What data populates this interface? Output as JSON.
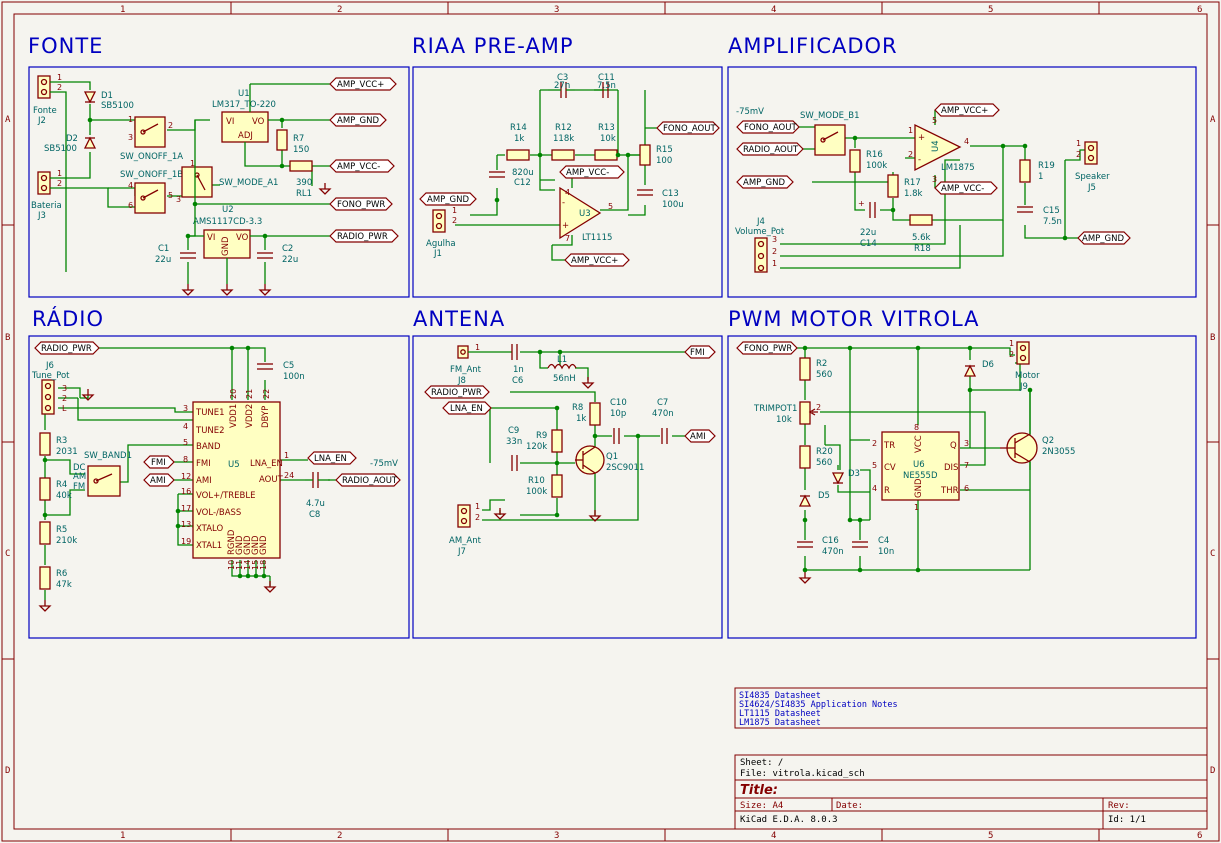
{
  "frame": {
    "columns": [
      "1",
      "2",
      "3",
      "4",
      "5",
      "6"
    ],
    "rows": [
      "A",
      "B",
      "C",
      "D"
    ]
  },
  "sections": {
    "fonte": "FONTE",
    "riaa": "RIAA PRE-AMP",
    "amplificador": "AMPLIFICADOR",
    "radio": "RÁDIO",
    "antena": "ANTENA",
    "pwm": "PWM MOTOR VITROLA"
  },
  "fonte": {
    "j2_name": "Fonte",
    "j2_ref": "J2",
    "j3_name": "Bateria",
    "j3_ref": "J3",
    "d1_ref": "D1",
    "d1_val": "SB5100",
    "d2_ref": "D2",
    "d2_val": "SB5100",
    "sw1a": "SW_ONOFF_1A",
    "sw1b": "SW_ONOFF_1B",
    "swmode": "SW_MODE_A1",
    "u1_ref": "U1",
    "u1_val": "LM317_TO-220",
    "r7_ref": "R7",
    "r7_val": "150",
    "rl1_val": "390",
    "rl1_ref": "RL1",
    "u2_ref": "U2",
    "u2_val": "AMS1117CD-3.3",
    "c1_ref": "C1",
    "c1_val": "22u",
    "c2_ref": "C2",
    "c2_val": "22u",
    "vi": "VI",
    "vo": "VO",
    "adj": "ADJ",
    "gnd": "GND"
  },
  "riaa": {
    "c3_ref": "C3",
    "c3_val": "27n",
    "c11_ref": "C11",
    "c11_val": "7.5n",
    "r14_ref": "R14",
    "r14_val": "1k",
    "r12_ref": "R12",
    "r12_val": "118k",
    "r13_ref": "R13",
    "r13_val": "10k",
    "r15_ref": "R15",
    "r15_val": "100",
    "c12_val": "820u",
    "c12_ref": "C12",
    "c13_ref": "C13",
    "c13_val": "100u",
    "u3_ref": "U3",
    "u3_val": "LT1115",
    "j1_name": "Agulha",
    "j1_ref": "J1"
  },
  "amp": {
    "note": "-75mV",
    "swmode": "SW_MODE_B1",
    "r16_ref": "R16",
    "r16_val": "100k",
    "r17_ref": "R17",
    "r17_val": "1.8k",
    "u4_ref": "U4",
    "u4_val": "LM1875",
    "c14_val": "22u",
    "c14_ref": "C14",
    "r18_val": "5.6k",
    "r18_ref": "R18",
    "r19_ref": "R19",
    "r19_val": "1",
    "c15_ref": "C15",
    "c15_val": "7.5n",
    "j5_name": "Speaker",
    "j5_ref": "J5",
    "j4_ref": "J4",
    "j4_name": "Volume_Pot"
  },
  "radio": {
    "j6_ref": "J6",
    "j6_name": "Tune_Pot",
    "r3_ref": "R3",
    "r3_val": "2031",
    "r4_ref": "R4",
    "r4_val": "40k",
    "r5_ref": "R5",
    "r5_val": "210k",
    "r6_ref": "R6",
    "r6_val": "47k",
    "sw": "SW_BAND1",
    "sw_dc": "DC",
    "sw_am": "AM",
    "sw_fm": "FM",
    "u5_ref": "U5",
    "c5_ref": "C5",
    "c5_val": "100n",
    "c8_val": "4.7u",
    "c8_ref": "C8",
    "note": "-75mV",
    "pins_left": [
      "TUNE1",
      "TUNE2",
      "BAND",
      "FMI",
      "AMI",
      "VOL+/TREBLE",
      "VOL-/BASS",
      "XTALO",
      "XTAL1"
    ],
    "pins_left_num": [
      "3",
      "4",
      "5",
      "8",
      "12",
      "16",
      "17",
      "13",
      "19"
    ],
    "pins_top": [
      "VDD1",
      "VDD2",
      "DBYP"
    ],
    "pins_top_num": [
      "20",
      "21",
      "22"
    ],
    "pin_lna": "LNA_EN",
    "pin_aout": "AOUT",
    "pins_bottom": [
      "RGND",
      "GND",
      "GND",
      "GND",
      "GND"
    ],
    "pins_bottom_num": [
      "10",
      "11",
      "14",
      "15",
      "18"
    ]
  },
  "antena": {
    "j8_name": "FM_Ant",
    "j8_ref": "J8",
    "c6_val": "1n",
    "c6_ref": "C6",
    "l1_ref": "L1",
    "l1_val": "56nH",
    "r8_ref": "R8",
    "r8_val": "1k",
    "c10_ref": "C10",
    "c10_val": "10p",
    "c7_ref": "C7",
    "c7_val": "470n",
    "c9_ref": "C9",
    "c9_val": "33n",
    "r9_ref": "R9",
    "r9_val": "120k",
    "r10_ref": "R10",
    "r10_val": "100k",
    "q1_ref": "Q1",
    "q1_val": "2SC9011",
    "j7_name": "AM_Ant",
    "j7_ref": "J7"
  },
  "pwm": {
    "r2_ref": "R2",
    "r2_val": "560",
    "d6_ref": "D6",
    "j9_name": "Motor",
    "j9_ref": "J9",
    "trim_ref": "TRIMPOT1",
    "trim_val": "10k",
    "r20_ref": "R20",
    "r20_val": "560",
    "d3_ref": "D3",
    "d5_ref": "D5",
    "u6_ref": "U6",
    "u6_val": "NE555D",
    "q2_ref": "Q2",
    "q2_val": "2N3055",
    "c16_ref": "C16",
    "c16_val": "470n",
    "c4_ref": "C4",
    "c4_val": "10n",
    "p_tr": "TR",
    "p_cv": "CV",
    "p_r": "R",
    "p_q": "Q",
    "p_dis": "DIS",
    "p_thr": "THR",
    "p_vcc": "VCC",
    "p_gnd": "GND"
  },
  "nets": {
    "amp_vccp": "AMP_VCC+",
    "amp_gnd": "AMP_GND",
    "amp_vccm": "AMP_VCC-",
    "fono_pwr": "FONO_PWR",
    "radio_pwr": "RADIO_PWR",
    "fono_aout": "FONO_AOUT",
    "radio_aout": "RADIO_AOUT",
    "lna_en": "LNA_EN",
    "fmi": "FMI",
    "ami": "AMI"
  },
  "notes": [
    "SI4835 Datasheet",
    "SI4624/SI4835 Application Notes",
    "LT1115 Datasheet",
    "LM1875 Datasheet"
  ],
  "title_block": {
    "sheet_label": "Sheet: /",
    "file_label": "File: vitrola.kicad_sch",
    "title_label": "Title:",
    "size_label": "Size: A4",
    "date_label": "Date:",
    "rev_label": "Rev:",
    "kicad_label": "KiCad E.D.A. 8.0.3",
    "id_label": "Id: 1/1"
  }
}
